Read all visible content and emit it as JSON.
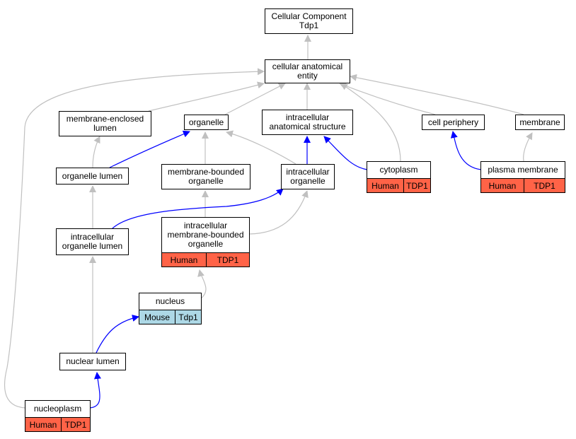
{
  "nodes": {
    "root": {
      "label": "Cellular Component\nTdp1"
    },
    "cae": {
      "label": "cellular anatomical\nentity"
    },
    "mel": {
      "label": "membrane-enclosed\nlumen"
    },
    "organelle": {
      "label": "organelle"
    },
    "ias": {
      "label": "intracellular\nanatomical structure"
    },
    "cellperiph": {
      "label": "cell periphery"
    },
    "membrane": {
      "label": "membrane"
    },
    "orglumen": {
      "label": "organelle lumen"
    },
    "mbo": {
      "label": "membrane-bounded\norganelle"
    },
    "intraorg": {
      "label": "intracellular\norganelle"
    },
    "cytoplasm": {
      "label": "cytoplasm",
      "species": "Human",
      "gene": "TDP1"
    },
    "plasmamem": {
      "label": "plasma membrane",
      "species": "Human",
      "gene": "TDP1"
    },
    "iol": {
      "label": "intracellular\norganelle lumen"
    },
    "imbo": {
      "label": "intracellular\nmembrane-bounded\norganelle",
      "species": "Human",
      "gene": "TDP1"
    },
    "nucleus": {
      "label": "nucleus",
      "species": "Mouse",
      "gene": "Tdp1"
    },
    "nuclumen": {
      "label": "nuclear lumen"
    },
    "nucleoplasm": {
      "label": "nucleoplasm",
      "species": "Human",
      "gene": "TDP1"
    }
  },
  "colors": {
    "is_a_edge": "#c0c0c0",
    "part_of_edge": "#0000ff",
    "human_annotation": "#ff6347",
    "mouse_annotation": "#add8e6"
  }
}
